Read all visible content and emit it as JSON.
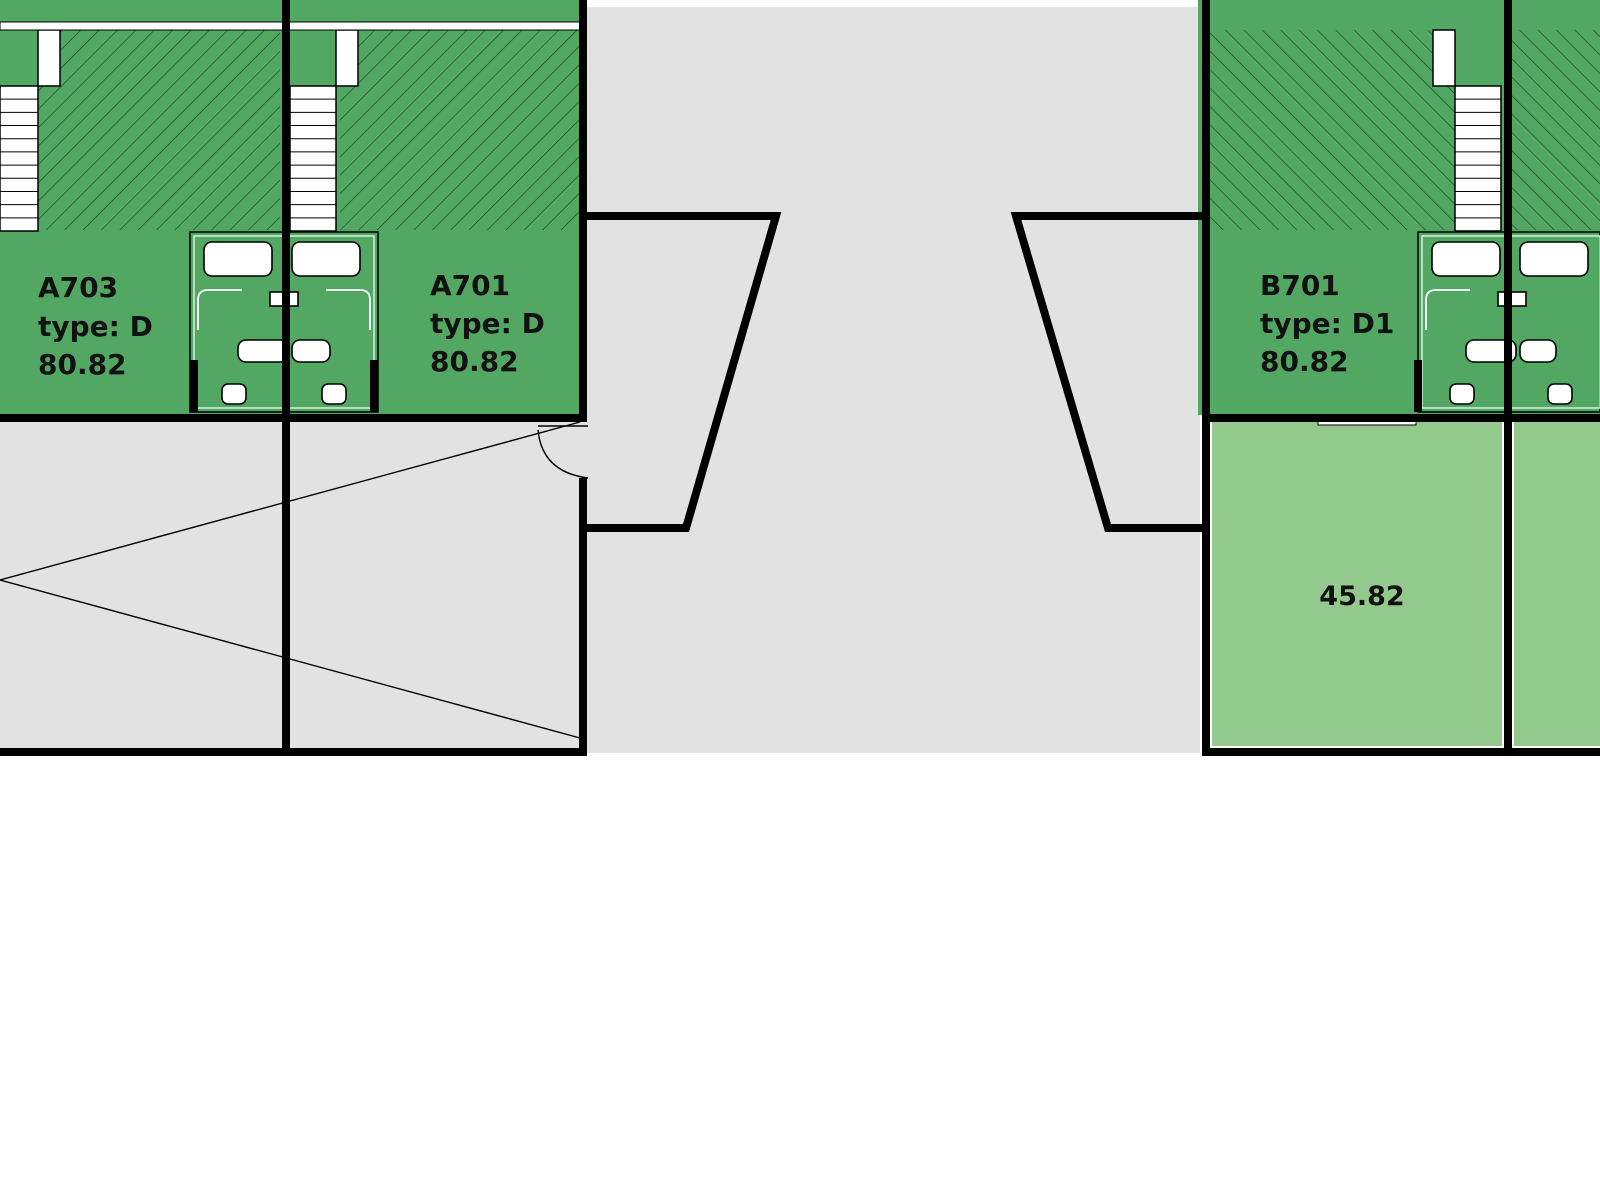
{
  "units": [
    {
      "id": "A703",
      "type_label": "type: D",
      "area": "80.82"
    },
    {
      "id": "A701",
      "type_label": "type: D",
      "area": "80.82"
    },
    {
      "id": "B701",
      "type_label": "type: D1",
      "area": "80.82"
    }
  ],
  "balcony": {
    "area": "45.82"
  },
  "colors": {
    "unit_green": "#52a862",
    "balcony_green": "#93c98d",
    "common_gray": "#e2e2e2",
    "wall": "#000000"
  }
}
